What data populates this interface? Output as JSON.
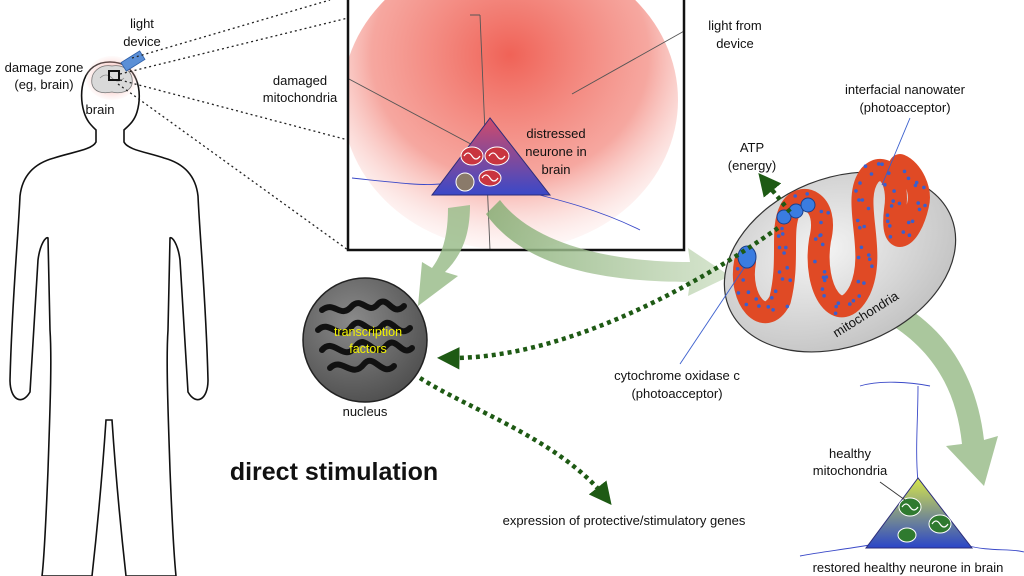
{
  "labels": {
    "light_device": [
      "light",
      "device"
    ],
    "damage_zone": [
      "damage zone",
      "(eg, brain)"
    ],
    "brain": "brain",
    "damaged_mito": [
      "damaged",
      "mitochondria"
    ],
    "light_from_device": [
      "light from",
      "device"
    ],
    "distressed": [
      "distressed",
      "neurone in",
      "brain"
    ],
    "atp": [
      "ATP",
      "(energy)"
    ],
    "nanowater": [
      "interfacial nanowater",
      "(photoacceptor)"
    ],
    "mitochondria": "mitochondria",
    "cytochrome": [
      "cytochrome oxidase c",
      "(photoacceptor)"
    ],
    "transcription": [
      "transcription",
      "factors"
    ],
    "nucleus": "nucleus",
    "direct_stimulation": "direct stimulation",
    "expression": "expression of protective/stimulatory genes",
    "healthy_mito": [
      "healthy",
      "mitochondria"
    ],
    "restored": "restored healthy neurone in brain"
  },
  "colors": {
    "light_glow": "#ef5a4e",
    "mito_body": "#e04a25",
    "mito_dots": "#3a5fcd",
    "atp_arrow": "#1e5a14",
    "big_arrow": "#9bbd8c",
    "nucleus": "#6e6e6e",
    "device": "#5b8fd6"
  }
}
